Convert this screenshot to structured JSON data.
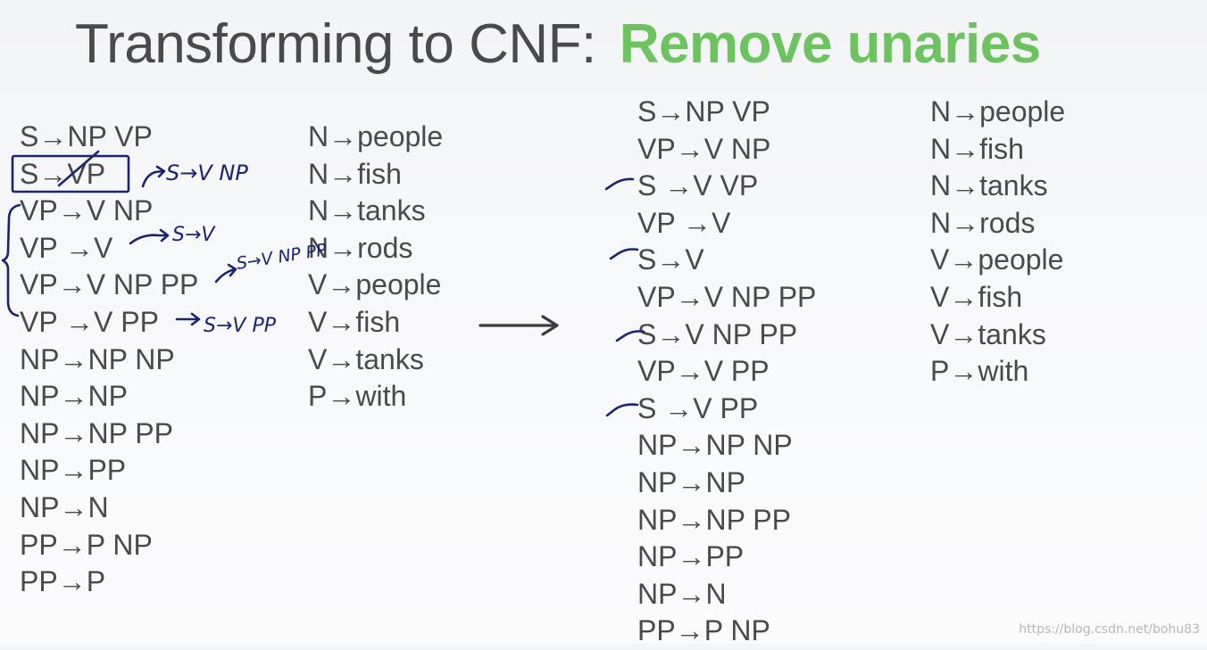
{
  "title": {
    "main": "Transforming to CNF:",
    "accent": "Remove unaries"
  },
  "colors": {
    "title_accent": "#6dc35f",
    "text": "#4a4a4c",
    "ink": "#1c2470"
  },
  "original_grammar": {
    "rules": [
      "S→NP  VP",
      "S→VP",
      "VP→V NP",
      "VP →V",
      "VP→V NP PP",
      "VP →V PP",
      "NP→NP NP",
      "NP→NP",
      "NP→NP PP",
      "NP→PP",
      "NP→N",
      "PP→P NP",
      "PP→P"
    ],
    "lexicon": [
      "N→people",
      "N→fish",
      "N→tanks",
      "N→rods",
      "V→people",
      "V→fish",
      "V→tanks",
      "P→with"
    ]
  },
  "annotations": {
    "boxed_rule": "S→VP",
    "notes": [
      "S→V NP",
      "S→V",
      "S→V NP PP",
      "S→V PP"
    ],
    "arrow_icon": "right-arrow-icon",
    "check_icon": "checkmark-icon"
  },
  "transformed_grammar": {
    "rules": [
      "S→NP  VP",
      "VP→V NP",
      "S →V VP",
      "VP →V",
      "S→V",
      "VP→V NP PP",
      "S→V NP PP",
      "VP→V PP",
      "S →V PP",
      "NP→NP NP",
      "NP→NP",
      "NP→NP PP",
      "NP→PP",
      "NP→N",
      "PP→P NP"
    ],
    "checked": [
      "S →V VP",
      "S→V",
      "S→V NP PP",
      "S →V PP"
    ],
    "lexicon": [
      "N→people",
      "N→fish",
      "N→tanks",
      "N→rods",
      "V→people",
      "V→fish",
      "V→tanks",
      "P→with"
    ]
  },
  "watermark": "https://blog.csdn.net/bohu83"
}
